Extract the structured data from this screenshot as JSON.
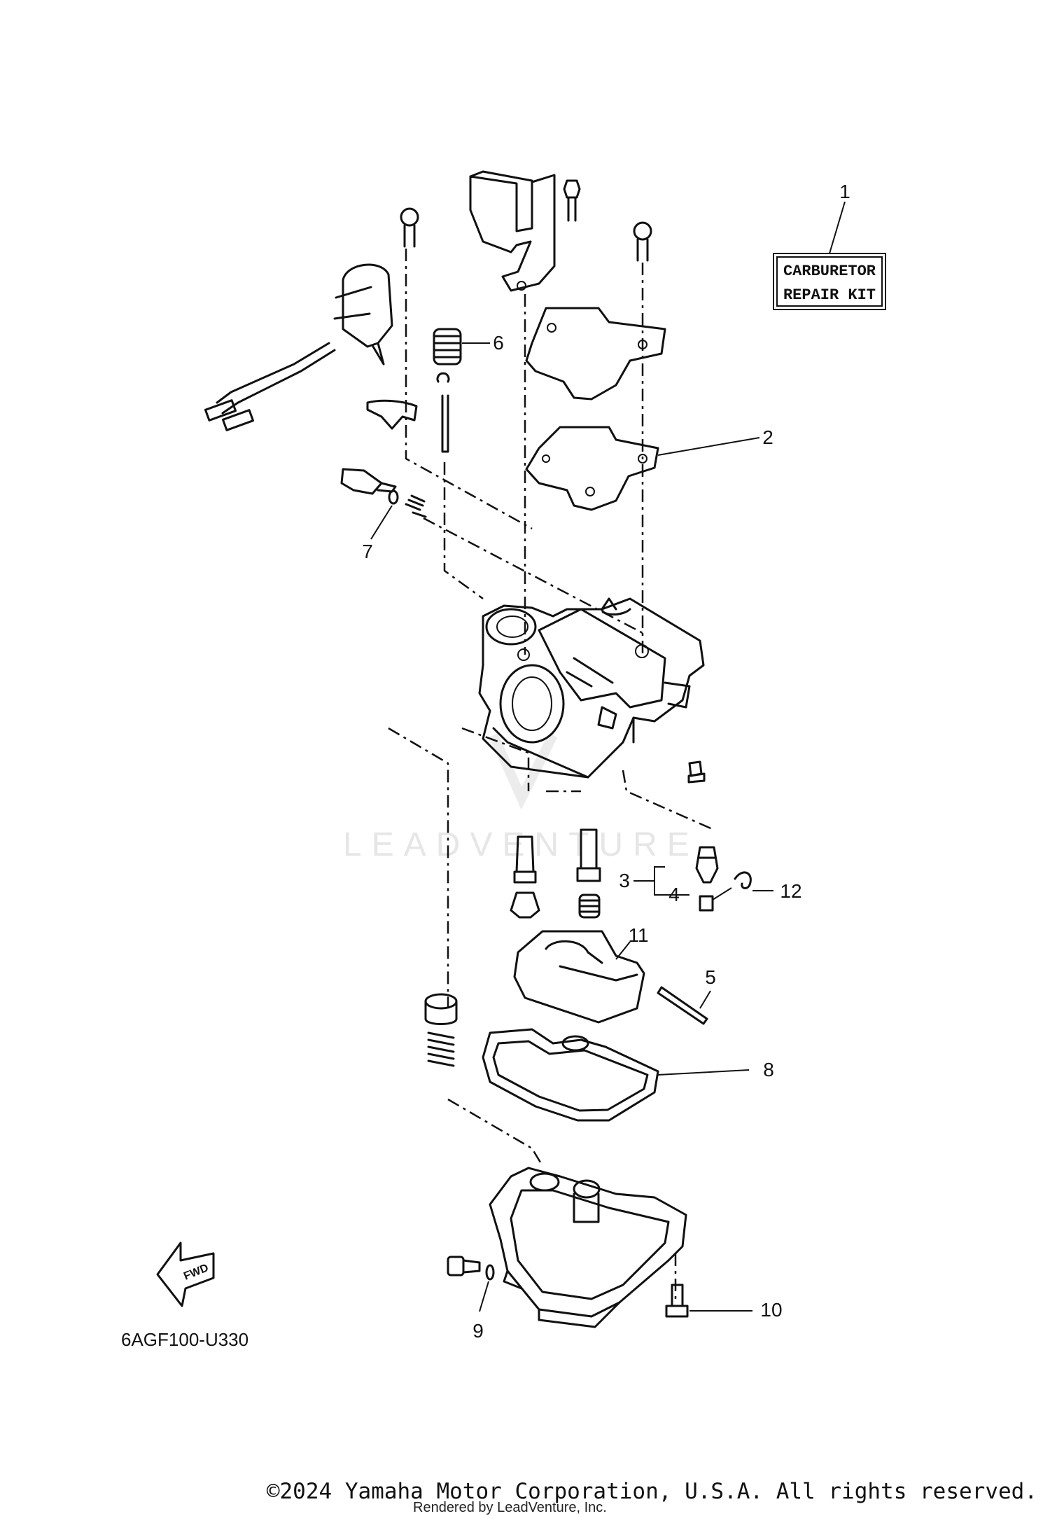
{
  "diagram_code": "6AGF100-U330",
  "kit_label_line1": "CARBURETOR",
  "kit_label_line2": "REPAIR KIT",
  "fwd_label": "FWD",
  "watermark": "LEADVENTURE",
  "copyright": "©2024 Yamaha Motor Corporation, U.S.A. All rights reserved.",
  "rendered_by": "Rendered by LeadVenture, Inc.",
  "callouts": [
    "1",
    "2",
    "3",
    "4",
    "5",
    "6",
    "7",
    "8",
    "9",
    "10",
    "11",
    "12"
  ]
}
